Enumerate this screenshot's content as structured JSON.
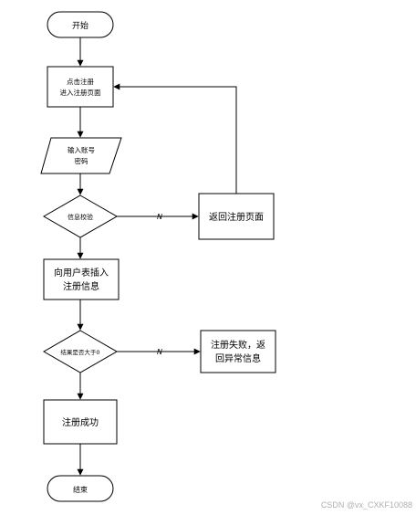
{
  "nodes": {
    "start": "开始",
    "register_line1": "点击注册",
    "register_line2": "进入注册页面",
    "input_line1": "输入账号",
    "input_line2": "密码",
    "check": "信息校验",
    "insert_line1": "向用户表插入",
    "insert_line2": "注册信息",
    "result_check": "结果是否大于0",
    "success": "注册成功",
    "end": "结束",
    "back": "返回注册页面",
    "fail_line1": "注册失败，返",
    "fail_line2": "回异常信息"
  },
  "edges": {
    "no_label_1": "N",
    "no_label_2": "N"
  },
  "watermark": "CSDN @vx_CXKF10088"
}
